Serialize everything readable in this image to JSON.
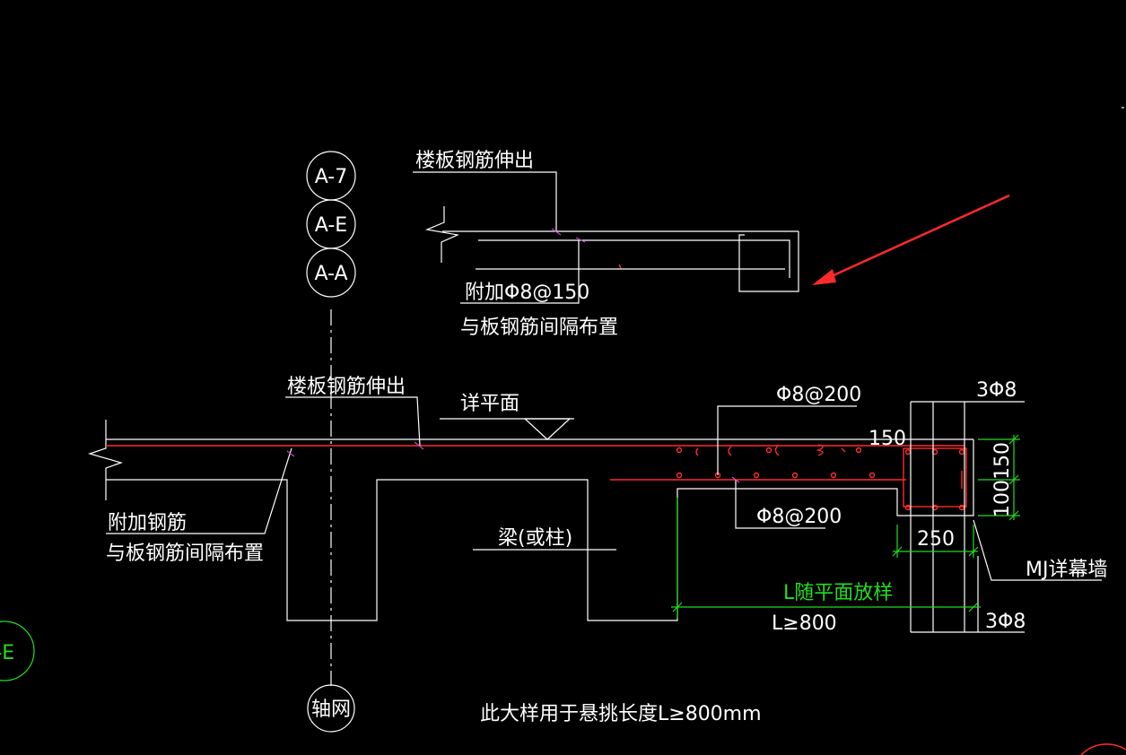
{
  "axis_bubbles": [
    "A-7",
    "A-E",
    "A-A"
  ],
  "axis_bottom": "轴网",
  "axis_left_partial": "A-E",
  "top_detail": {
    "slab_rebar_extend": "楼板钢筋伸出",
    "extra_rebar_line1": "附加Φ8@150",
    "extra_rebar_line2": "与板钢筋间隔布置"
  },
  "main_detail": {
    "slab_rebar_extend": "楼板钢筋伸出",
    "see_plan": "详平面",
    "top_rebar": "Φ8@200",
    "corner_bars_top": "3Φ8",
    "dim_150_top": "150",
    "dim_150_side": "150",
    "dim_100_side": "100",
    "extra_rebar_line1": "附加钢筋",
    "extra_rebar_line2": "与板钢筋间隔布置",
    "beam_label": "梁(或柱)",
    "bottom_rebar": "Φ8@200",
    "dim_250": "250",
    "curtain_wall": "MJ详幕墙",
    "length_note": "L随平面放样",
    "length_min": "L≥800",
    "corner_bars_bottom": "3Φ8"
  },
  "footnote": "此大样用于悬挑长度L≥800mm",
  "colors": {
    "background": "#000000",
    "lines": "#ffffff",
    "rebar": "#ff2a2a",
    "dimension": "#22dd22",
    "leader": "#cc44cc"
  }
}
